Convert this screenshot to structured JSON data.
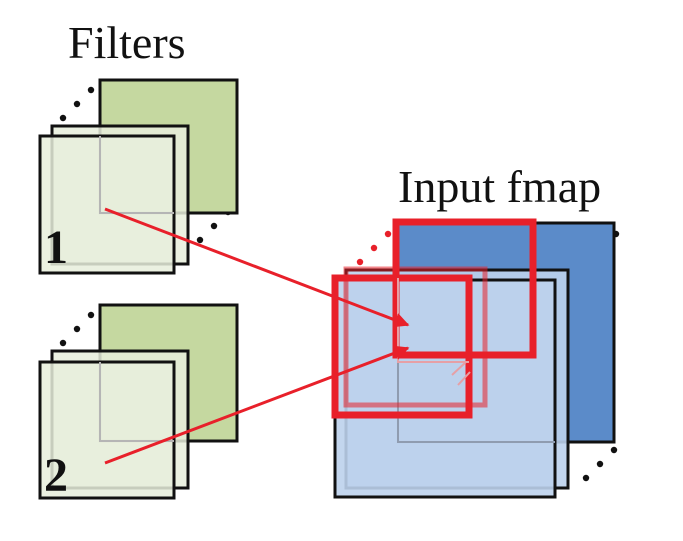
{
  "labels": {
    "filters_title": "Filters",
    "input_title": "Input fmap",
    "filter_1": "1",
    "filter_2": "2"
  },
  "colors": {
    "filter_back_fill": "#c5d8a0",
    "filter_front_fill": "#e8efdc",
    "fmap_back_fill": "#5b8bc9",
    "fmap_front_fill": "#bcd1ec",
    "highlight": "#e8202a",
    "outline": "#111111"
  }
}
